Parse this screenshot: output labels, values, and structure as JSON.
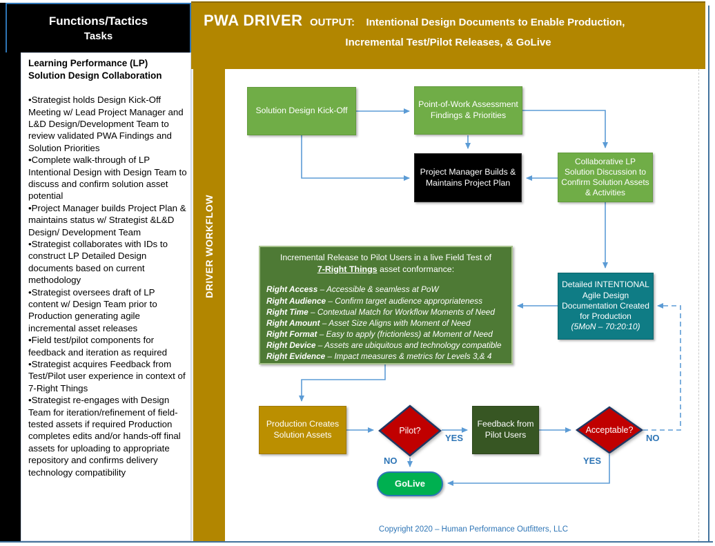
{
  "sidebar": {
    "header": {
      "line1": "Functions/Tactics",
      "line2": "Tasks"
    },
    "section_title": "Learning Performance (LP) Solution Design Collaboration",
    "tasks": [
      "Strategist holds Design Kick-Off Meeting w/ Lead Project Manager and L&D Design/Development Team to review validated PWA Findings and Solution Priorities",
      "Complete walk-through of LP Intentional Design with Design Team to discuss and confirm solution asset potential",
      "Project Manager builds Project Plan & maintains status w/ Strategist &L&D Design/ Development Team",
      "Strategist collaborates with IDs to construct LP Detailed Design documents based on current methodology",
      "Strategist oversees draft of LP content w/ Design Team prior to Production generating agile incremental asset releases",
      "Field test/pilot components for feedback and iteration as required",
      "Strategist acquires Feedback from Test/Pilot user experience in context of 7-Right Things",
      "Strategist re-engages with Design Team for iteration/refinement of field-tested assets if required Production completes edits and/or hands-off final assets for uploading to appropriate repository and confirms delivery technology compatibility"
    ]
  },
  "banner": {
    "brand": "PWA DRIVER",
    "output_label": "OUTPUT:",
    "line1": "Intentional Design Documents to Enable Production,",
    "line2": "Incremental Test/Pilot Releases, & GoLive"
  },
  "strip": {
    "label": "DRIVER WORKFLOW"
  },
  "flow": {
    "nodes": {
      "kickoff": "Solution Design Kick-Off",
      "pow": "Point-of-Work Assessment Findings & Priorities",
      "pm": "Project Manager Builds & Maintains Project Plan",
      "collab": "Collaborative LP Solution Discussion to Confirm Solution Assets & Activities",
      "intentional": {
        "text": "Detailed INTENTIONAL Agile Design Documentation Created for Production",
        "note": "(5MoN – 70:20:10)"
      },
      "seven": {
        "heading1": "Incremental Release to Pilot Users in a live Field Test of",
        "heading2_emphasis": "7-Right Things",
        "heading2_rest": " asset conformance:",
        "items": [
          {
            "term": "Right Access",
            "desc": "– Accessible & seamless at PoW"
          },
          {
            "term": "Right Audience",
            "desc": "– Confirm target audience appropriateness"
          },
          {
            "term": "Right Time",
            "desc": "– Contextual Match for Workflow Moments of Need"
          },
          {
            "term": "Right Amount",
            "desc": "– Asset Size Aligns with Moment of Need"
          },
          {
            "term": "Right Format",
            "desc": "– Easy to apply (frictionless) at Moment of Need"
          },
          {
            "term": "Right Device",
            "desc": "– Assets are ubiquitous and technology compatible"
          },
          {
            "term": "Right Evidence",
            "desc": "– Impact measures & metrics for Levels 3,& 4"
          }
        ]
      },
      "production": "Production Creates Solution Assets",
      "pilot": "Pilot?",
      "feedback": "Feedback from Pilot Users",
      "acceptable": "Acceptable?",
      "golive": "GoLive"
    },
    "edge_labels": {
      "pilot_yes": "YES",
      "pilot_no": "NO",
      "acceptable_no": "NO",
      "acceptable_yes": "YES"
    }
  },
  "footer": {
    "copyright": "Copyright 2020 – Human Performance Outfitters, LLC"
  },
  "colors": {
    "banner_gold": "#B28600",
    "box_green": "#70AD47",
    "box_dark_green": "#4E7A35",
    "box_teal": "#0F7C85",
    "box_gold": "#BB8F00",
    "box_feedback_green": "#375623",
    "diamond_red": "#C00000",
    "golive_green": "#00B050",
    "connector_blue": "#5B9BD5",
    "label_blue": "#2E75B6",
    "frame_blue": "#41719C"
  }
}
